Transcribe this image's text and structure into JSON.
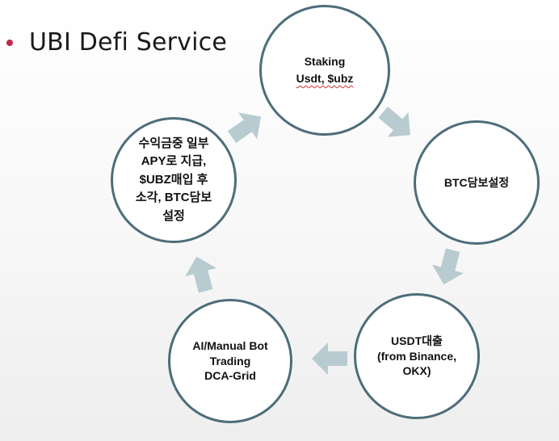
{
  "slide": {
    "title": "UBI Defi Service",
    "bullet_color": "#c2274a"
  },
  "cycle": {
    "nodes": [
      {
        "id": "staking",
        "label": "Staking\nUsdt, $ubz"
      },
      {
        "id": "btc-collateral",
        "label": "BTC담보설정"
      },
      {
        "id": "usdt-loan",
        "label": "USDT대출\n(from Binance,\nOKX)"
      },
      {
        "id": "ai-bot",
        "label": "AI/Manual Bot\nTrading\nDCA-Grid"
      },
      {
        "id": "apy-payout",
        "label": "수익금중 일부\nAPY로 지급,\n$UBZ매입 후\n소각, BTC담보\n설정"
      }
    ],
    "arrow_color": "#b8cbd0",
    "node_border_color": "#4d6d7a"
  }
}
